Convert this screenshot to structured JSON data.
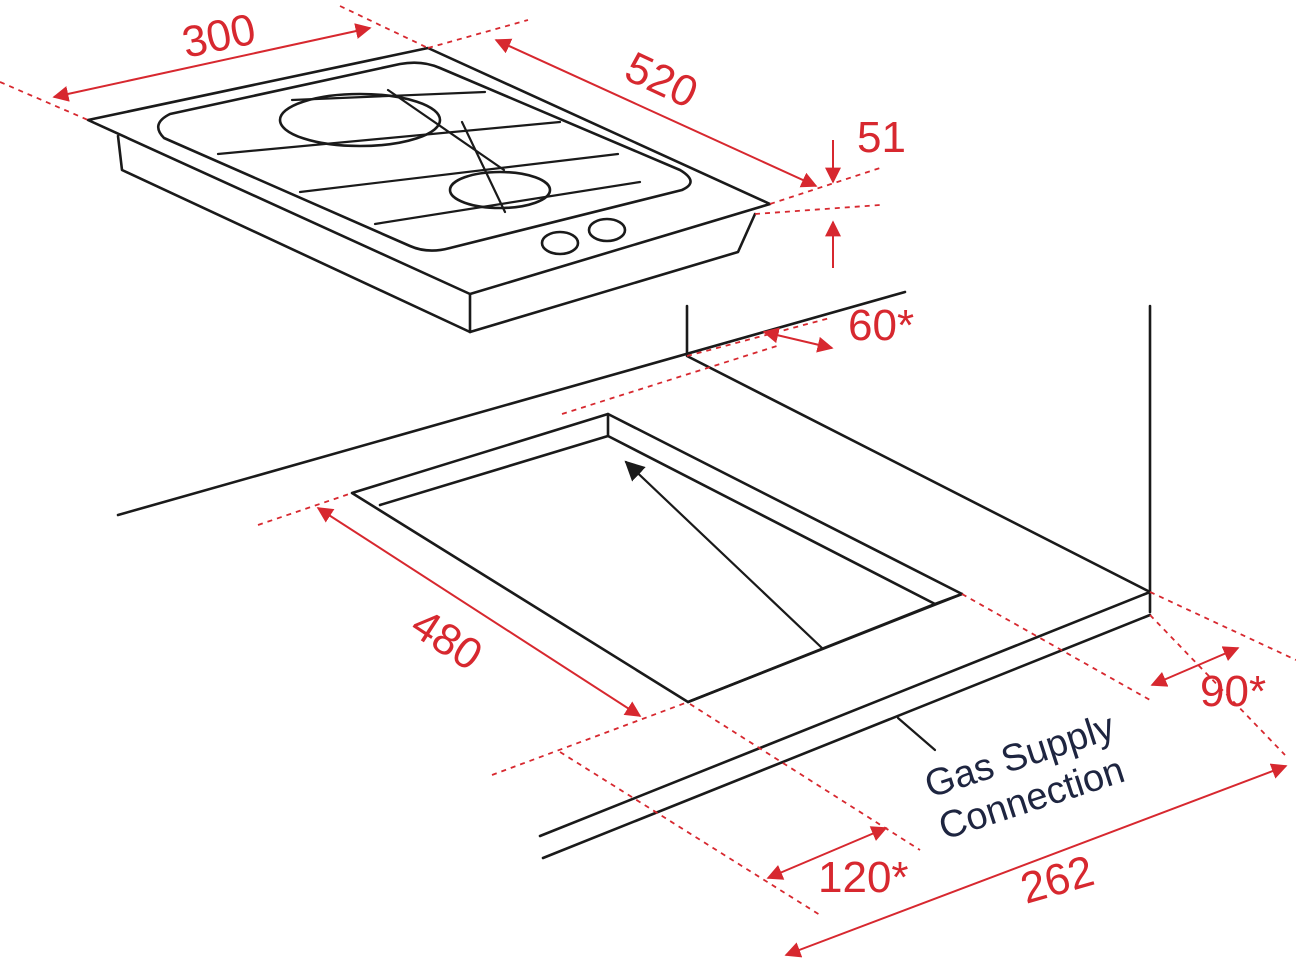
{
  "colors": {
    "line": "#1a1a1a",
    "dimension": "#d7282f",
    "label": "#1e2540"
  },
  "dimensions": {
    "hob_width": "300",
    "hob_depth": "520",
    "hob_height": "51",
    "wall_clearance": "60*",
    "cutout_depth": "480",
    "side_clearance": "90*",
    "front_clearance": "120*",
    "cutout_width": "262"
  },
  "labels": {
    "gas_line1": "Gas Supply",
    "gas_line2": "Connection"
  }
}
